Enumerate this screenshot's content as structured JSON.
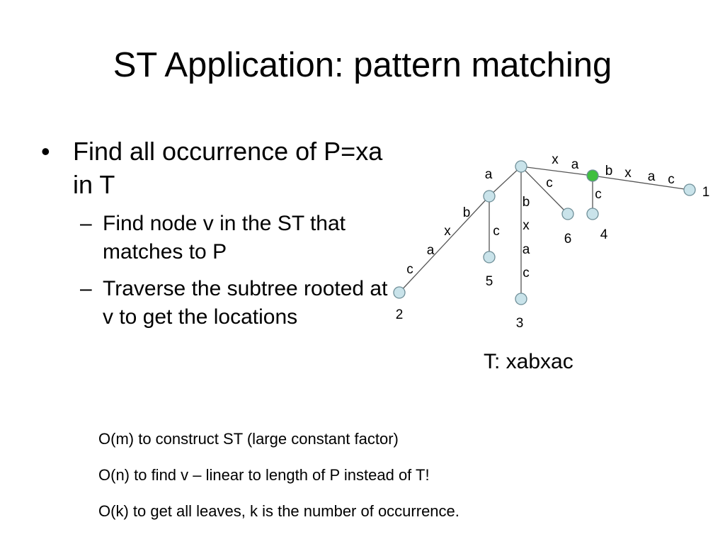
{
  "slide": {
    "title": "ST Application: pattern matching",
    "bullet1": {
      "marker": "•",
      "text": "Find all occurrence of P=xa in T"
    },
    "sub_bullets": [
      {
        "marker": "–",
        "text": "Find node v in the ST that matches to P"
      },
      {
        "marker": "–",
        "text": "Traverse the subtree rooted at v to get the locations"
      }
    ],
    "complexity": [
      "O(m) to construct ST (large constant factor)",
      "O(n) to find v – linear to length of P instead of T!",
      "O(k) to get all leaves, k is the number of occurrence."
    ]
  },
  "tree": {
    "text_label": "T: xabxac",
    "colors": {
      "node_fill": "#c9e3ea",
      "node_stroke": "#6f8f98",
      "matched_node_fill": "#3fbf3f",
      "edge": "#555555"
    },
    "leaf_labels": {
      "leaf1": "1",
      "leaf2": "2",
      "leaf3": "3",
      "leaf4": "4",
      "leaf5": "5",
      "leaf6": "6"
    },
    "edge_labels": {
      "root_xa": [
        "x",
        "a"
      ],
      "xa_leaf1": [
        "b",
        "x",
        "a",
        "c"
      ],
      "xa_leaf4": [
        "c"
      ],
      "root_a": [
        "a"
      ],
      "a_leaf2": [
        "b",
        "x",
        "a",
        "c"
      ],
      "a_leaf5": [
        "c"
      ],
      "root_leaf3": [
        "b",
        "x",
        "a",
        "c"
      ],
      "root_leaf6": [
        "c"
      ]
    }
  }
}
